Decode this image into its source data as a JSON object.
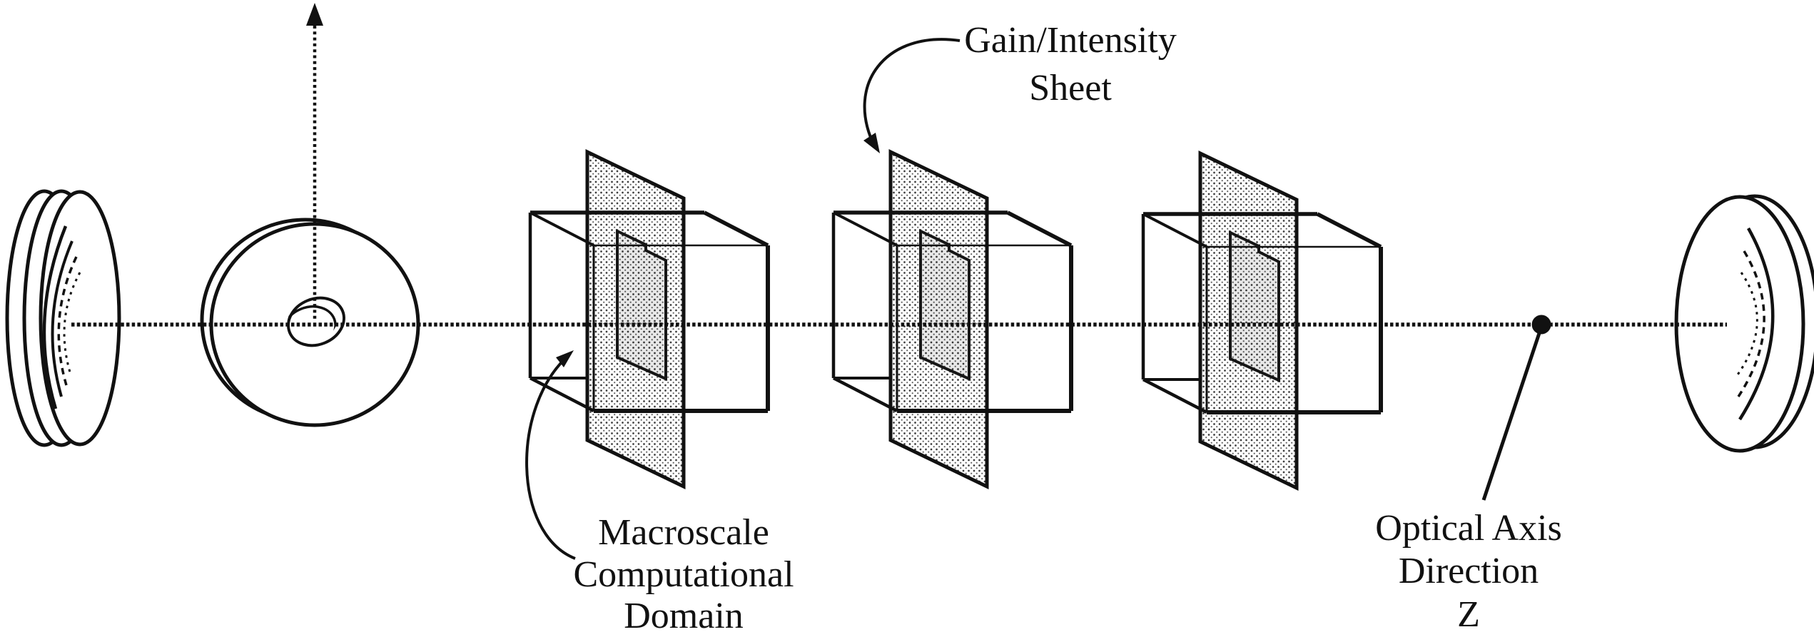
{
  "figure": {
    "kind": "laser-resonator-schematic",
    "background_color": "#ffffff",
    "ink_color": "#111111",
    "sheet_stipple_color": "#3c3c3c"
  },
  "labels": {
    "gain_sheet": {
      "line1": "Gain/Intensity",
      "line2": "Sheet"
    },
    "macroscale_domain": {
      "line1": "Macroscale",
      "line2": "Computational",
      "line3": "Domain"
    },
    "optical_axis": {
      "line1": "Optical Axis",
      "line2": "Direction",
      "line3": "Z"
    }
  },
  "elements": {
    "end_mirror_left": "concave end mirror",
    "aperture_disk": "annular aperture disk",
    "computational_domains": 3,
    "gain_intensity_sheets": 3,
    "vertical_axis": "dotted vertical axis with arrowhead",
    "optical_axis": "dotted horizontal optical axis with reference dot",
    "end_mirror_right": "concave end mirror"
  }
}
